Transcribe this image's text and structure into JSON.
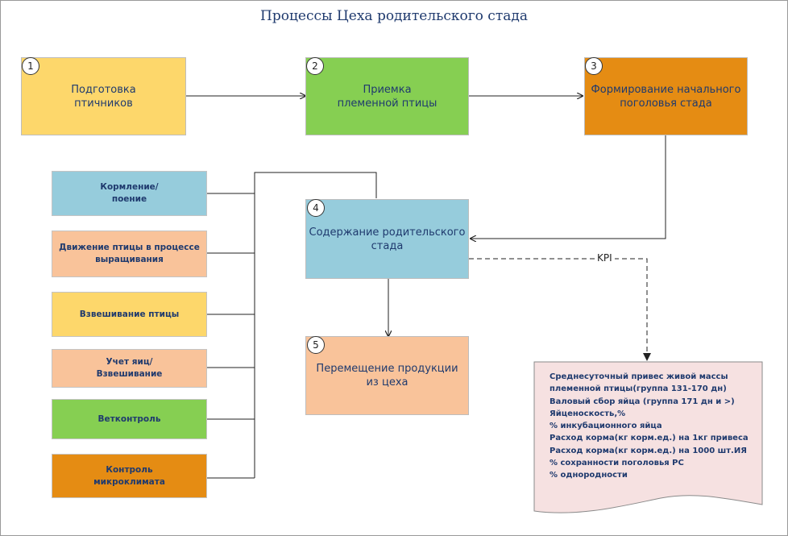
{
  "title": "Процессы Цеха родительского стада",
  "steps": [
    {
      "num": "1",
      "label": "Подготовка\nптичников",
      "color": "#fdd76b"
    },
    {
      "num": "2",
      "label": "Приемка\nплеменной птицы",
      "color": "#86cf52"
    },
    {
      "num": "3",
      "label": "Формирование начального\nпоголовья стада",
      "color": "#e58c13"
    },
    {
      "num": "4",
      "label": "Содержание родительского\nстада",
      "color": "#96ccdc"
    },
    {
      "num": "5",
      "label": "Перемещение продукции\nиз  цеха",
      "color": "#f9c39a"
    }
  ],
  "side_processes": [
    {
      "label": "Кормление/\nпоение",
      "color": "#96ccdc"
    },
    {
      "label": "Движение птицы в процессе\nвыращивания",
      "color": "#f9c39a"
    },
    {
      "label": "Взвешивание птицы",
      "color": "#fdd76b"
    },
    {
      "label": "Учет яиц/\nВзвешивание",
      "color": "#f9c39a"
    },
    {
      "label": "Ветконтроль",
      "color": "#86cf52"
    },
    {
      "label": "Контроль\nмикроклимата",
      "color": "#e58c13"
    }
  ],
  "kpi": {
    "label": "KPI",
    "items": [
      "Среднесуточный привес живой массы",
      "племенной птицы(группа 131-170 дн)",
      "Валовый сбор яйца (группа 171 дн и >)",
      "Яйценоскость,%",
      "% инкубационного яйца",
      "Расход корма(кг корм.ед.) на 1кг привеса",
      "Расход корма(кг корм.ед.) на 1000 шт.ИЯ",
      "% сохранности поголовья РС",
      "% однородности"
    ],
    "note_color": "#f6e1e1"
  }
}
